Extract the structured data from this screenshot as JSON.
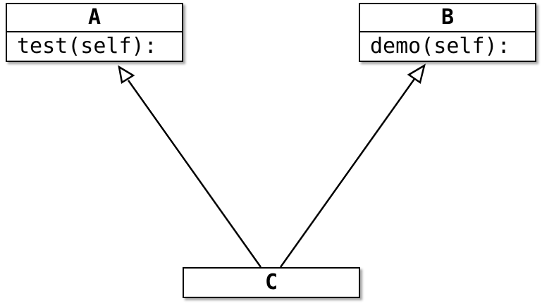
{
  "diagram": {
    "type": "class-inheritance",
    "classes": [
      {
        "id": "A",
        "name": "A",
        "methods": [
          "test(self):"
        ]
      },
      {
        "id": "B",
        "name": "B",
        "methods": [
          "demo(self):"
        ]
      },
      {
        "id": "C",
        "name": "C",
        "methods": []
      }
    ],
    "edges": [
      {
        "from": "C",
        "to": "A",
        "kind": "inheritance"
      },
      {
        "from": "C",
        "to": "B",
        "kind": "inheritance"
      }
    ],
    "colors": {
      "stroke": "#000000",
      "fill": "#ffffff"
    }
  }
}
